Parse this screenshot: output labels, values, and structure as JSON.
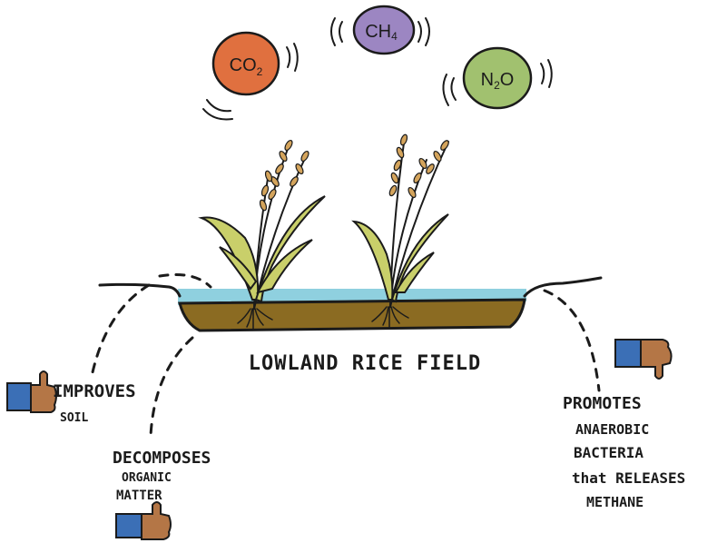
{
  "colors": {
    "co2": "#e0703f",
    "ch4": "#9c86c2",
    "n2o": "#a1c16f",
    "water": "#8fd0df",
    "soil": "#8b6b22",
    "leaf": "#c9cf6a",
    "leaf_dark": "#8fa33a",
    "grain": "#d4a45c",
    "sleeve": "#3b6fb6",
    "skin": "#b47646"
  },
  "gases": {
    "co2": {
      "main": "CO",
      "sub": "2"
    },
    "ch4": {
      "main": "CH",
      "sub": "4"
    },
    "n2o": {
      "pre": "N",
      "sub": "2",
      "post": "O"
    }
  },
  "field_label": "LOWLAND RICE FIELD",
  "pros": {
    "improves": {
      "line1": "IMPROVES",
      "line2": "SOIL",
      "icon": "thumbs-up-icon"
    },
    "decomposes": {
      "line1": "DECOMPOSES",
      "line2": "ORGANIC",
      "line3": "MATTER",
      "icon": "thumbs-up-icon"
    }
  },
  "cons": {
    "promotes": {
      "line1": "PROMOTES",
      "line2": "ANAEROBIC",
      "line3": "BACTERIA",
      "line4": "that RELEASES",
      "line5": "METHANE",
      "icon": "thumbs-down-icon"
    }
  }
}
